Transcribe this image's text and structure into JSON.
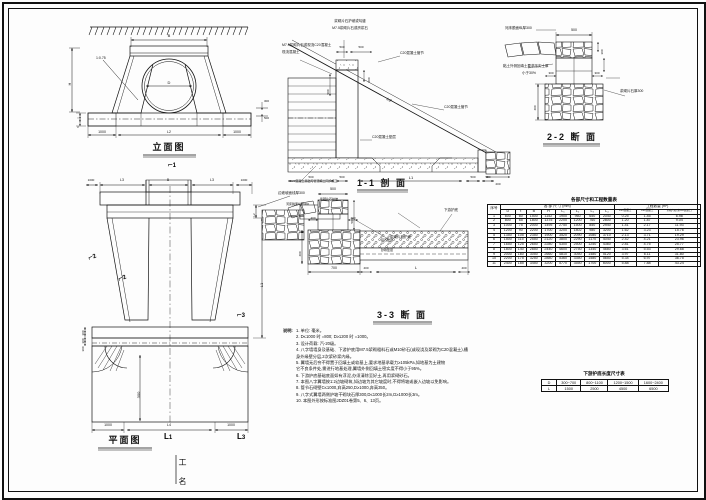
{
  "sheet": {
    "title_block_label": "工 名",
    "drawing_type": "CAD 工程图"
  },
  "views": {
    "elevation": {
      "title": "立面图",
      "dims": [
        "B",
        "1000",
        "L2",
        "1000",
        "D",
        "H",
        "t",
        "h",
        "1:0.75",
        "300",
        "500"
      ],
      "section_marks": [
        "1",
        "1"
      ]
    },
    "plan": {
      "title": "平面图",
      "dims": [
        "L3",
        "B",
        "L3",
        "1000",
        "1000",
        "L4",
        "L1",
        "L2",
        "300",
        "300",
        "300",
        "300"
      ],
      "section_marks": [
        "2",
        "2",
        "3",
        "1",
        "3"
      ],
      "annotation": "边坡坡面线厚300"
    },
    "sec11": {
      "title": "1-1 剖 面",
      "annotations": [
        "浆砌片石护坡或勾缝",
        "M7.5浆砌片石或挤浆石",
        "C20混凝土管节",
        "C20混凝土管节",
        "M7.5浆砌片石或现浇C20混凝土",
        "C20混凝土垫层",
        "C20混凝土基础与管顶填土同步施工",
        "现浇混凝土"
      ],
      "dims": [
        "500",
        "500",
        "500",
        "500",
        "500",
        "500",
        "200",
        "L1",
        "1:2"
      ]
    },
    "sec22": {
      "title": "2-2 断 面",
      "annotations": [
        "河床脱面纵厚300",
        "黏土外侧回填土要求压实土厚",
        "小于30%",
        "浆砌片石厚300"
      ],
      "dims": [
        "500",
        "300",
        "300",
        "400",
        "300"
      ]
    },
    "sec33": {
      "title": "3-3 断 面",
      "annotations": [
        "浆砌片石护坡",
        "下游护底",
        "碎石垫层",
        "砂砾垫层"
      ],
      "dims": [
        "500",
        "700",
        "400",
        "L",
        "400",
        "400"
      ]
    }
  },
  "qty_table": {
    "title": "各部尺寸和工程数量表",
    "group_headers": [
      "序号",
      "各  部  尺  寸 (mm)",
      "工程数量 (m³)"
    ],
    "columns": [
      "序号",
      "D",
      "t",
      "B",
      "H",
      "L₁",
      "L₂",
      "L₃",
      "L₄",
      "C15混凝土",
      "C20混凝土",
      "浆砌片石(或C20混凝土)"
    ],
    "rows": [
      [
        "1",
        "600",
        "60",
        "1500",
        "1152",
        "1900",
        "960",
        "650",
        "2040",
        "0.25",
        "1.45",
        "6.98"
      ],
      [
        "2",
        "800",
        "65",
        "1800",
        "1375",
        "2200",
        "1200",
        "760",
        "2800",
        "1.20",
        "1.87",
        "9.04"
      ],
      [
        "3",
        "1000",
        "75",
        "2000",
        "1495",
        "2750",
        "1500",
        "850",
        "2940",
        "1.41",
        "2.17",
        "11.93"
      ],
      [
        "4",
        "1200",
        "90",
        "2200",
        "1700",
        "3200",
        "1802",
        "980",
        "3200",
        "1.62",
        "3.23",
        "15.76"
      ],
      [
        "5",
        "1350",
        "105",
        "2350",
        "1900",
        "3520",
        "2090",
        "1080",
        "3710",
        "2.13",
        "3.71",
        "19.29"
      ],
      [
        "6",
        "1500",
        "115",
        "2550",
        "2120",
        "3800",
        "2290",
        "1170",
        "4040",
        "2.42",
        "4.21",
        "23.96"
      ],
      [
        "7",
        "1650",
        "125",
        "2650",
        "2280",
        "4300",
        "2500",
        "1250",
        "4360",
        "2.81",
        "4.75",
        "25.77"
      ],
      [
        "8",
        "1800",
        "140",
        "2850",
        "2440",
        "4600",
        "2750",
        "1340",
        "4680",
        "3.61",
        "5.53",
        "29.68"
      ],
      [
        "9",
        "2000",
        "160",
        "3050",
        "2660",
        "4810",
        "3050",
        "1480",
        "5120",
        "3.97",
        "6.11",
        "31.80"
      ],
      [
        "10",
        "2200",
        "175",
        "3250",
        "2880",
        "5360",
        "3350",
        "1580",
        "5650",
        "5.34",
        "6.97",
        "36.75"
      ],
      [
        "11",
        "2400",
        "185",
        "3450",
        "3200",
        "5770",
        "3550",
        "1700",
        "6000",
        "5.88",
        "7.88",
        "43.24"
      ]
    ]
  },
  "len_table": {
    "title": "下游护底长度尺寸表",
    "rows": [
      [
        "D",
        "300~700",
        "800~1100",
        "1200~1500",
        "1600~2400"
      ],
      [
        "L",
        "1500",
        "2500",
        "4500",
        "6500"
      ]
    ]
  },
  "notes": {
    "heading": "说明:",
    "items": [
      "1. 单位: 毫米。",
      "2. D≤1000 时 =800; D≥1200 时 =1000。",
      "3. 设计荷载: 汽-20级。",
      "4. 八字墙墙身及基础、下游护底用M7.5浆砌粗料石或M10砂石(或现浇及浆砌为C20混凝土),槽",
      "   身外缘壁分层,2次浆砂浆内缘。",
      "5. 翼墙无后夯不得置于回填土或软基上,要求地基承载力≥105kPa,如地基为土建物",
      "   它不良条件处,需进行地基处理,翼墙外侧回填土密实度不得小于95%。",
      "6. 下游护底基础底面如有浮泥,办须清除至好土,再用浆砌砂石。",
      "7. 本图八字翼墙按1:2边坡砌筑,如边坡为其它坡度时,不得将坡或嵌入边坡以免影响。",
      "8. 管节石砌壁C≤1000,弃高250,D≥1000,弃高350。",
      "9. 八字式翼墙两侧护坡干砌块石厚300,D≤1000长2m,D≥1000长3m。",
      "10. 本图外形按标准图JDZ01卷第5、6、13页。"
    ]
  },
  "colors": {
    "ink": "#111111",
    "paper": "#ffffff",
    "hatch": "#333333"
  }
}
